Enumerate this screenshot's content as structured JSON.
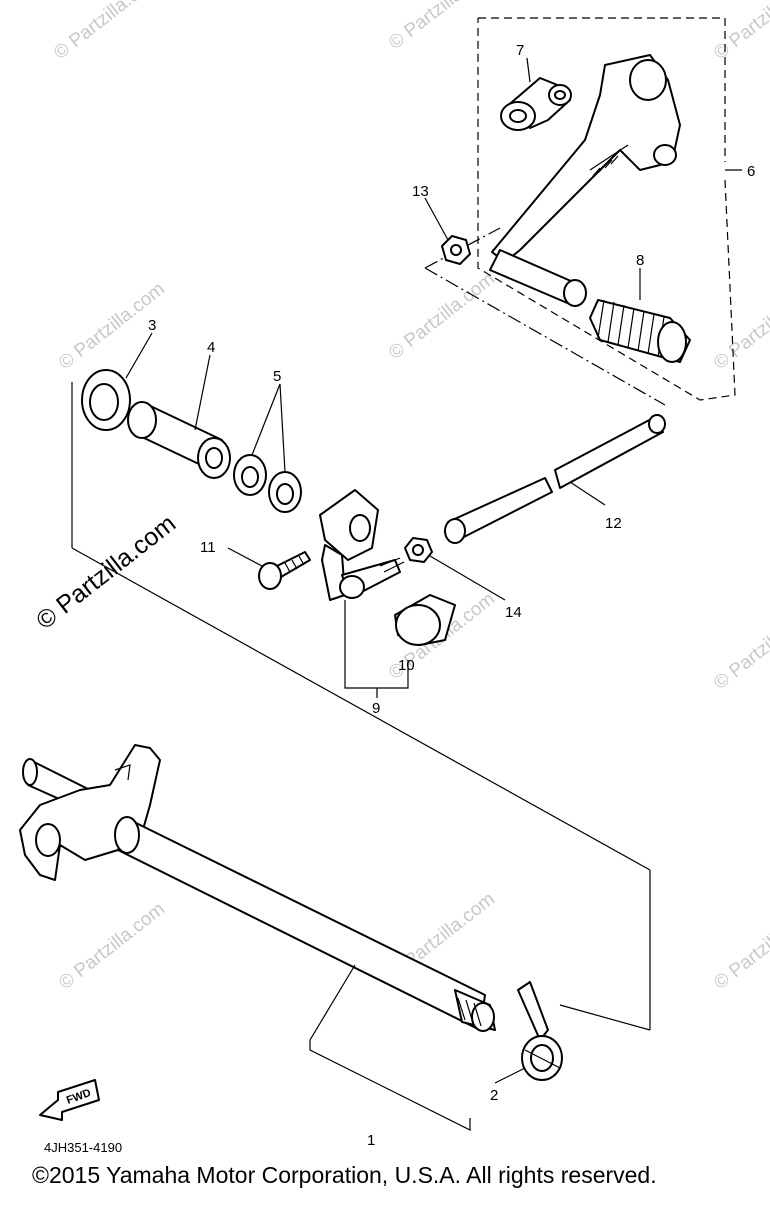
{
  "diagram": {
    "part_number_code": "4JH351-4190",
    "copyright": "©2015 Yamaha Motor Corporation, U.S.A. All rights reserved.",
    "watermark_text": "© Partzilla.com",
    "fwd_label": "FWD",
    "callouts": [
      "1",
      "2",
      "3",
      "4",
      "5",
      "6",
      "7",
      "8",
      "9",
      "10",
      "11",
      "12",
      "13",
      "14"
    ]
  }
}
